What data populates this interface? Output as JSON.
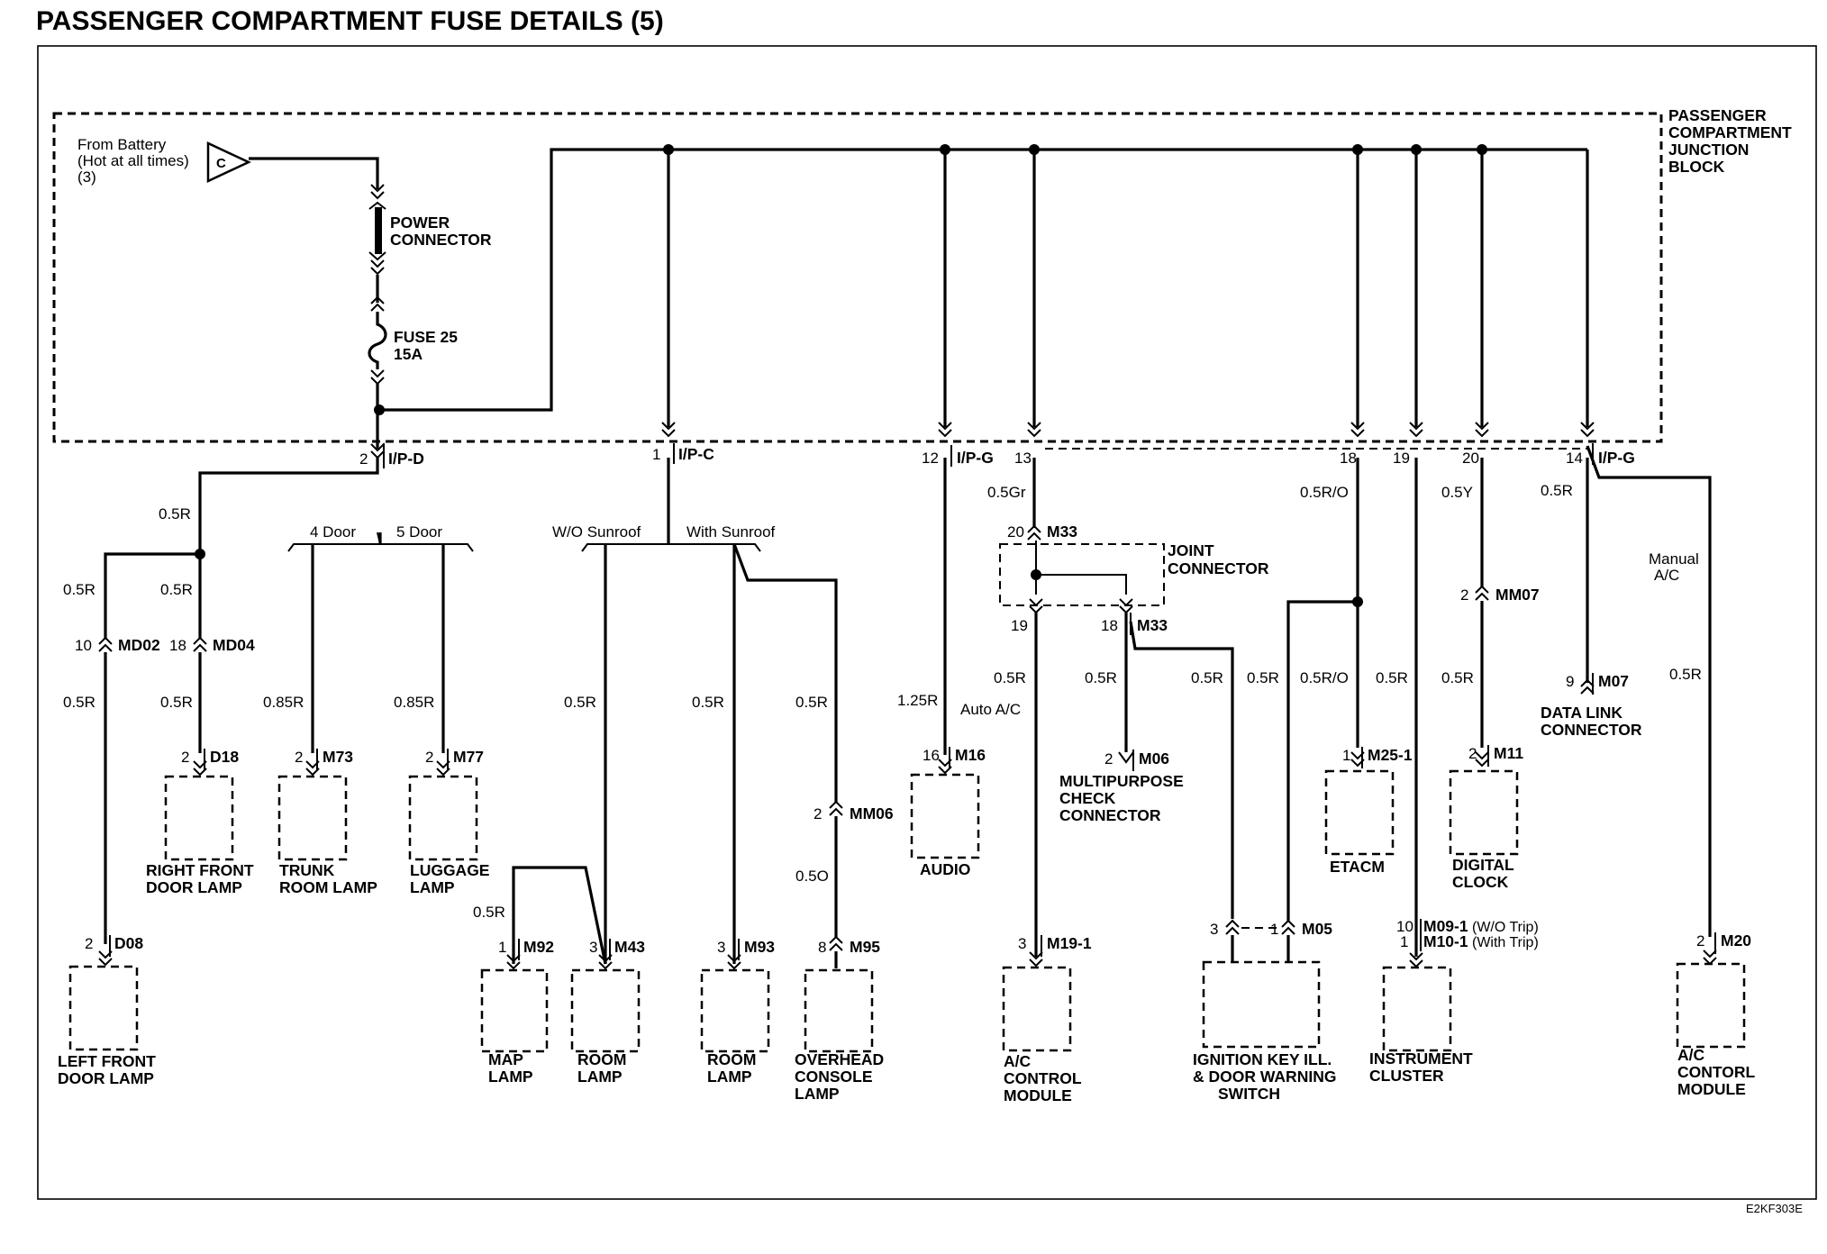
{
  "title": "PASSENGER COMPARTMENT FUSE DETAILS (5)",
  "figure_id": "E2KF303E",
  "source": {
    "line1": "From Battery",
    "line2": "(Hot at all times)",
    "line3": "(3)",
    "symbol": "C"
  },
  "power_connector": [
    "POWER",
    "CONNECTOR"
  ],
  "fuse": [
    "FUSE 25",
    "15A"
  ],
  "junction_block": [
    "PASSENGER",
    "COMPARTMENT",
    "JUNCTION",
    "BLOCK"
  ],
  "options": {
    "four_door": "4 Door",
    "five_door": "5 Door",
    "wo_sunroof": "W/O Sunroof",
    "with_sunroof": "With Sunroof",
    "auto_ac": "Auto A/C",
    "manual_ac": [
      "Manual",
      "A/C"
    ]
  },
  "joint_connector": [
    "JOINT",
    "CONNECTOR"
  ],
  "outputs": [
    {
      "pin": "2",
      "connector": "I/P-D",
      "wire": "0.5R"
    },
    {
      "pin": "1",
      "connector": "I/P-C"
    },
    {
      "pin": "12",
      "connector": "I/P-G",
      "wire": "1.25R"
    },
    {
      "pin": "13",
      "wire": "0.5Gr"
    },
    {
      "pin": "18",
      "wire": "0.5R/O"
    },
    {
      "pin": "19",
      "wire": "0.5R"
    },
    {
      "pin": "20",
      "wire": "0.5Y"
    },
    {
      "pin": "14",
      "connector": "I/P-G",
      "wire": "0.5R"
    }
  ],
  "inline_connectors": [
    {
      "pin": "10",
      "connector": "MD02"
    },
    {
      "pin": "18",
      "connector": "MD04"
    },
    {
      "pin": "2",
      "connector": "MM06"
    },
    {
      "pin": "20",
      "connector": "M33"
    },
    {
      "pin": "19"
    },
    {
      "pin": "18",
      "connector": "M33"
    },
    {
      "pin": "2",
      "connector": "MM07"
    }
  ],
  "wires": {
    "r05": "0.5R",
    "r085": "0.85R",
    "o05": "0.5O",
    "ro05": "0.5R/O"
  },
  "components": [
    {
      "pin": "2",
      "connector": "D08",
      "name": [
        "LEFT FRONT",
        "DOOR LAMP"
      ]
    },
    {
      "pin": "2",
      "connector": "D18",
      "name": [
        "RIGHT FRONT",
        "DOOR LAMP"
      ]
    },
    {
      "pin": "2",
      "connector": "M73",
      "name": [
        "TRUNK",
        "ROOM LAMP"
      ]
    },
    {
      "pin": "2",
      "connector": "M77",
      "name": [
        "LUGGAGE",
        "LAMP"
      ]
    },
    {
      "pin": "1",
      "connector": "M92",
      "name": [
        "MAP",
        "LAMP"
      ]
    },
    {
      "pin": "3",
      "connector": "M43",
      "name": [
        "ROOM",
        "LAMP"
      ]
    },
    {
      "pin": "3",
      "connector": "M93",
      "name": [
        "ROOM",
        "LAMP"
      ]
    },
    {
      "pin": "8",
      "connector": "M95",
      "name": [
        "OVERHEAD",
        "CONSOLE",
        "LAMP"
      ]
    },
    {
      "pin": "16",
      "connector": "M16",
      "name": [
        "AUDIO"
      ]
    },
    {
      "pin": "3",
      "connector": "M19-1",
      "name": [
        "A/C",
        "CONTROL",
        "MODULE"
      ]
    },
    {
      "pin": "2",
      "connector": "M06",
      "name": [
        "MULTIPURPOSE",
        "CHECK",
        "CONNECTOR"
      ]
    },
    {
      "pin": "3",
      "pin2": "1",
      "connector": "M05",
      "name": [
        "IGNITION KEY ILL.",
        "& DOOR WARNING",
        "SWITCH"
      ]
    },
    {
      "pin": "1",
      "connector": "M25-1",
      "name": [
        "ETACM"
      ]
    },
    {
      "pin": "2",
      "connector": "M11",
      "name": [
        "DIGITAL",
        "CLOCK"
      ]
    },
    {
      "pin": "10",
      "connector": "M09-1",
      "note": "(W/O Trip)",
      "pin2": "1",
      "connector2": "M10-1",
      "note2": "(With Trip)",
      "name": [
        "INSTRUMENT",
        "CLUSTER"
      ]
    },
    {
      "pin": "9",
      "connector": "M07",
      "name": [
        "DATA LINK",
        "CONNECTOR"
      ]
    },
    {
      "pin": "2",
      "connector": "M20",
      "name": [
        "A/C",
        "CONTORL",
        "MODULE"
      ]
    }
  ]
}
